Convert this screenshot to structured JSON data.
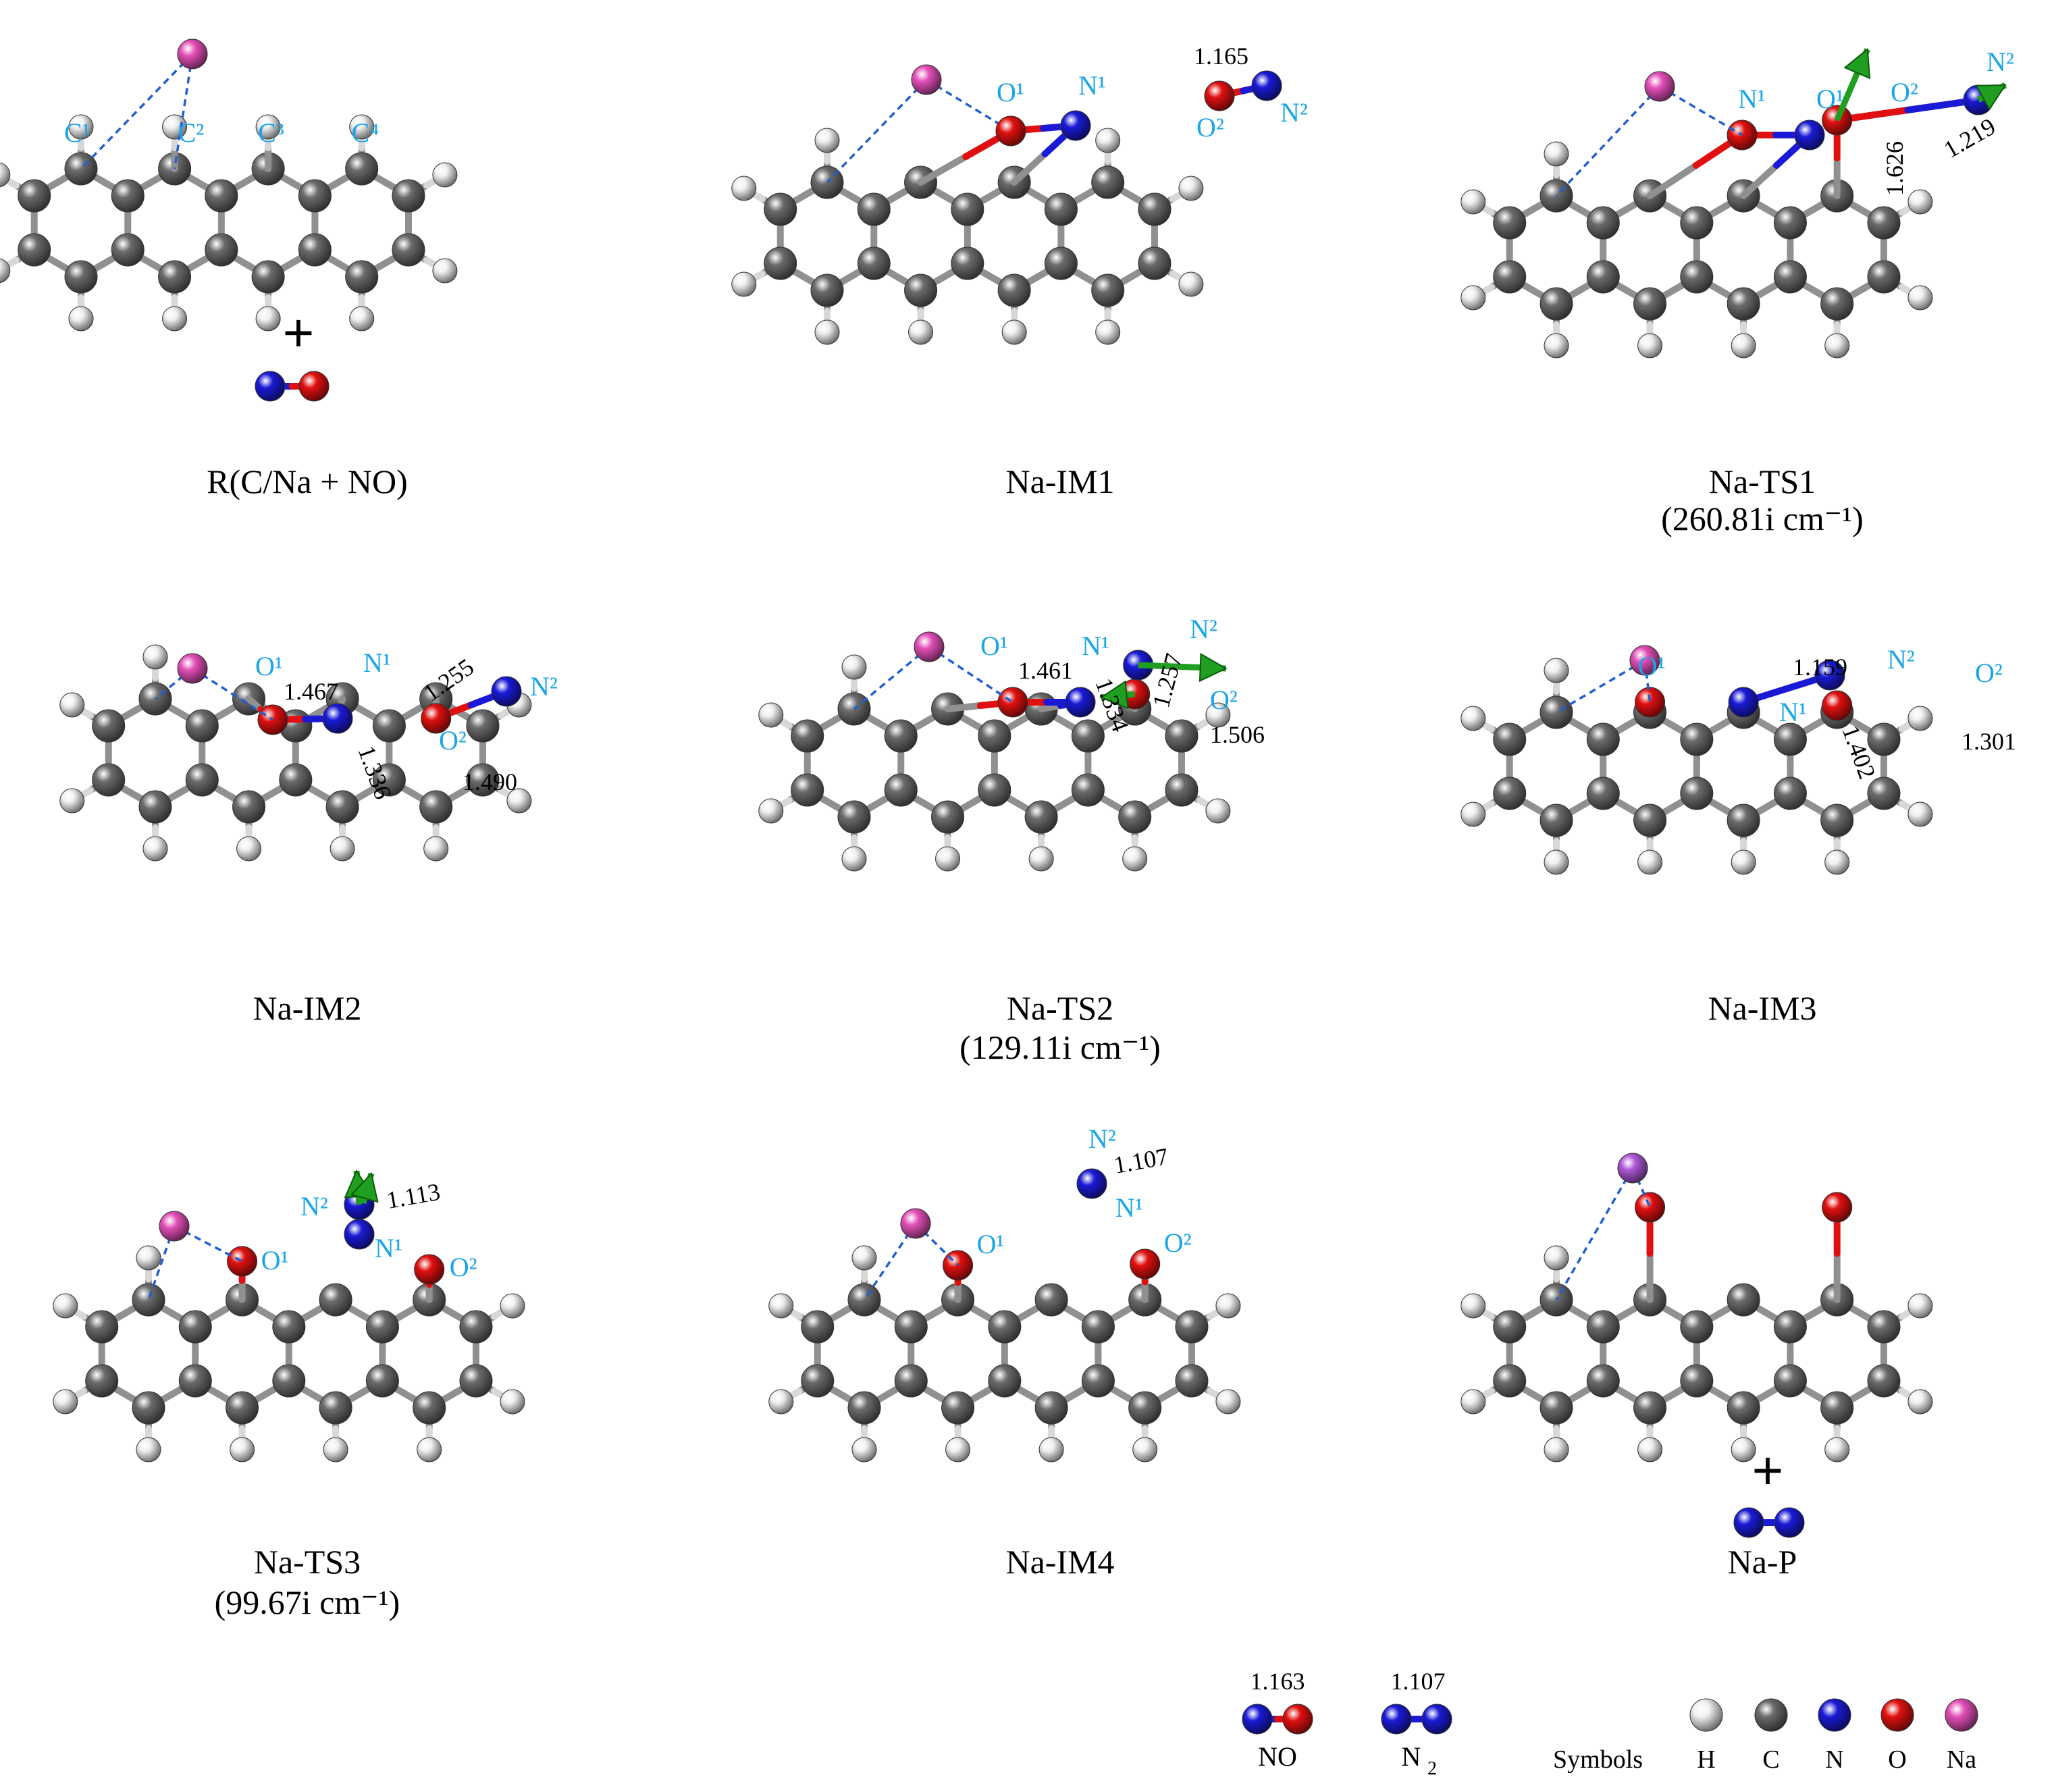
{
  "colors": {
    "carbon": "#6b6b6b",
    "hydrogen": "#f0f0f0",
    "nitrogen": "#1a1ad6",
    "oxygen": "#e01010",
    "sodium": "#e34fb8",
    "sodium_product": "#b057d8",
    "label": "#1aa6e6",
    "dashed_bond": "#1f5fd0",
    "arrow": "#1f9e1f"
  },
  "panels": [
    {
      "caption": "R(C/Na + NO)",
      "freq": "",
      "atom_labels": [
        "C¹",
        "C²",
        "C³",
        "C⁴"
      ],
      "distances": [],
      "plus": "+"
    },
    {
      "caption": "Na-IM1",
      "freq": "",
      "atom_labels": [
        "O¹",
        "N¹",
        "O²",
        "N²"
      ],
      "distances": [
        "1.165"
      ]
    },
    {
      "caption": "Na-TS1",
      "freq": "(260.81i cm⁻¹)",
      "atom_labels": [
        "N¹",
        "O¹",
        "O²",
        "N²"
      ],
      "distances": [
        "1.626",
        "1.219"
      ]
    },
    {
      "caption": "Na-IM2",
      "freq": "",
      "atom_labels": [
        "O¹",
        "N¹",
        "O²",
        "N²"
      ],
      "distances": [
        "1.467",
        "1.336",
        "1.255",
        "1.490"
      ]
    },
    {
      "caption": "Na-TS2",
      "freq": "(129.11i cm⁻¹)",
      "atom_labels": [
        "O¹",
        "N¹",
        "N²",
        "O²"
      ],
      "distances": [
        "1.461",
        "1.334",
        "1.257",
        "1.506"
      ]
    },
    {
      "caption": "Na-IM3",
      "freq": "",
      "atom_labels": [
        "O¹",
        "N¹",
        "N²",
        "O²"
      ],
      "distances": [
        "1.159",
        "1.402",
        "1.301"
      ]
    },
    {
      "caption": "Na-TS3",
      "freq": "(99.67i cm⁻¹)",
      "atom_labels": [
        "O¹",
        "N²",
        "N¹",
        "O²"
      ],
      "distances": [
        "1.113"
      ]
    },
    {
      "caption": "Na-IM4",
      "freq": "",
      "atom_labels": [
        "O¹",
        "N²",
        "N¹",
        "O²"
      ],
      "distances": [
        "1.107"
      ]
    },
    {
      "caption": "Na-P",
      "freq": "",
      "atom_labels": [],
      "distances": [],
      "plus": "+"
    }
  ],
  "reference": {
    "no_distance": "1.163",
    "no_label": "NO",
    "n2_distance": "1.107",
    "n2_label": "N",
    "n2_sub": "2"
  },
  "legend": {
    "title": "Symbols",
    "items": [
      "H",
      "C",
      "N",
      "O",
      "Na"
    ]
  }
}
